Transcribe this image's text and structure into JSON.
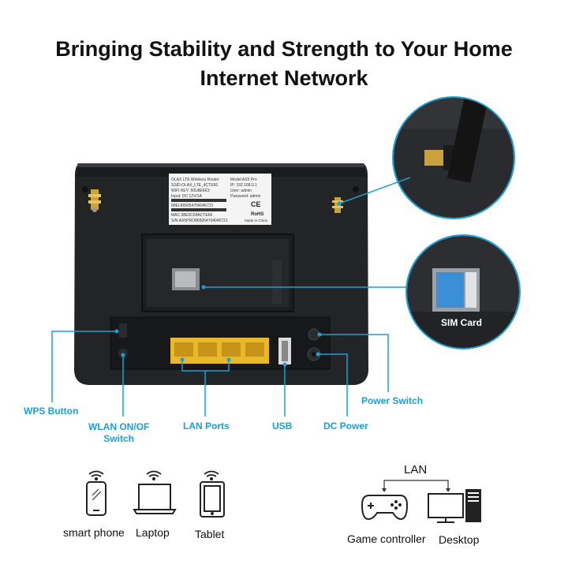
{
  "title": {
    "line1": "Bringing Stability and Strength to Your Home",
    "line2": "Internet Network"
  },
  "sticker": {
    "l1": "OLAX LTE Wireless Router",
    "l2": "SSID:OLAX_LTE_4CTE66",
    "l3": "WIFI KEY: 50U8E6K3",
    "l4": "Input: DC 12V/1A",
    "l5": "IMEI:865054704045721",
    "l6": "MAC:38E0C04ACTE66",
    "l7": "S/N:AX5PRO865054704045721",
    "r1": "Model:AX5 Pro",
    "r2": "IP: 192.168.0.1",
    "r3": "User: admin",
    "r4": "Password: admin",
    "r5": "CE",
    "r6": "RoHS",
    "r7": "Made in China"
  },
  "callouts": {
    "sim_card": "SIM Card",
    "wps_button": "WPS Button",
    "wlan_switch_l1": "WLAN ON/OF",
    "wlan_switch_l2": "Switch",
    "lan_ports": "LAN Ports",
    "usb": "USB",
    "dc_power": "DC Power",
    "power_switch": "Power Switch"
  },
  "devices": {
    "smart_phone": "smart phone",
    "laptop": "Laptop",
    "tablet": "Tablet",
    "lan": "LAN",
    "game_controller": "Game controller",
    "desktop": "Desktop"
  },
  "colors": {
    "accent": "#1aa0d6",
    "router": "#232426",
    "port": "#e8b92a"
  },
  "icons": [
    "antenna-icon",
    "wifi-icon",
    "smartphone-icon",
    "laptop-icon",
    "tablet-icon",
    "game-controller-icon",
    "desktop-icon"
  ]
}
